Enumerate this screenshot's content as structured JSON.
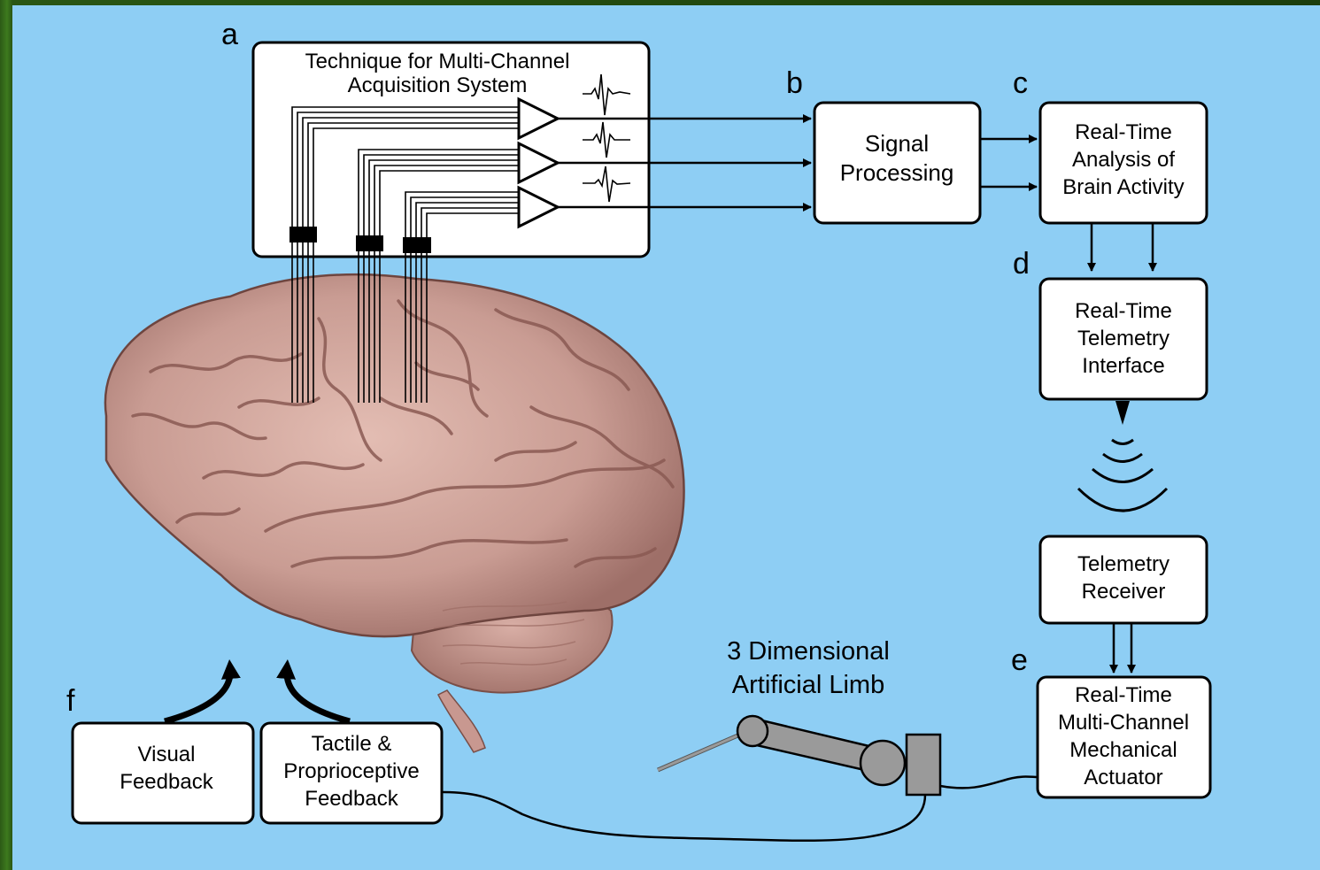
{
  "panel_letters": {
    "a": "a",
    "b": "b",
    "c": "c",
    "d": "d",
    "e": "e",
    "f": "f"
  },
  "acquisition": {
    "line1": "Technique for Multi-Channel",
    "line2": "Acquisition System"
  },
  "signal_processing": {
    "line1": "Signal",
    "line2": "Processing"
  },
  "analysis": {
    "line1": "Real-Time",
    "line2": "Analysis of",
    "line3": "Brain Activity"
  },
  "telemetry_interface": {
    "line1": "Real-Time",
    "line2": "Telemetry",
    "line3": "Interface"
  },
  "telemetry_receiver": {
    "line1": "Telemetry",
    "line2": "Receiver"
  },
  "actuator": {
    "line1": "Real-Time",
    "line2": "Multi-Channel",
    "line3": "Mechanical",
    "line4": "Actuator"
  },
  "limb": {
    "line1": "3 Dimensional",
    "line2": "Artificial Limb"
  },
  "visual_feedback": {
    "line1": "Visual",
    "line2": "Feedback"
  },
  "tactile_feedback": {
    "line1": "Tactile &",
    "line2": "Proprioceptive",
    "line3": "Feedback"
  },
  "colors": {
    "background": "#8ecef4",
    "border": "#2c5a16",
    "brain": "#c79a92",
    "limb": "#9a9a9a"
  }
}
